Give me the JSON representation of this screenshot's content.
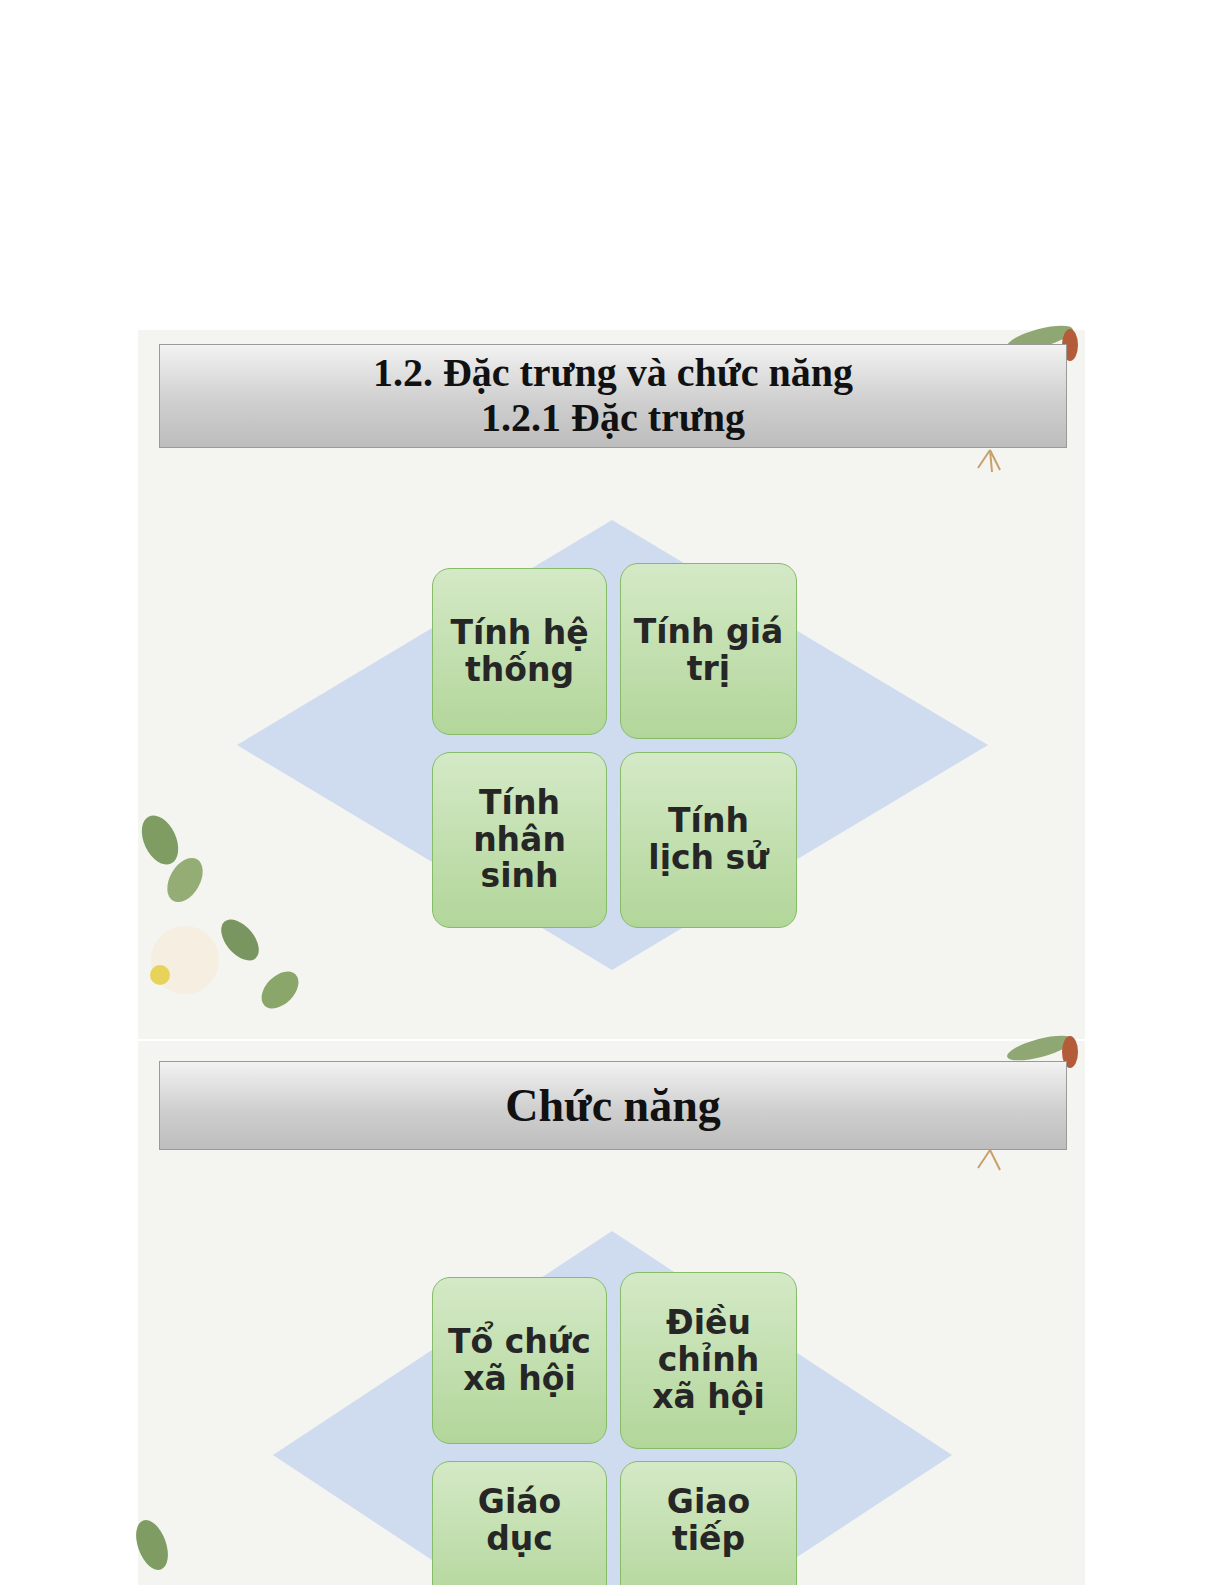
{
  "diagram": {
    "nodes": [
      {
        "text": [
          "1.2. Đặc trưng và chức năng",
          "1.2.1 Đặc trưng"
        ]
      },
      {
        "text": [
          "Tính hệ thống"
        ]
      },
      {
        "text": [
          "Tính giá trị"
        ]
      },
      {
        "text": [
          "Tính nhân sinh"
        ]
      },
      {
        "text": [
          "Tính lịch sử"
        ]
      },
      {
        "text": [
          "Chức năng"
        ]
      },
      {
        "text": [
          "Tổ chức xã hội"
        ]
      },
      {
        "text": [
          "Điều chỉnh xã hội"
        ]
      },
      {
        "text": [
          "Giáo dục"
        ]
      },
      {
        "text": [
          "Giao tiếp"
        ]
      }
    ]
  }
}
